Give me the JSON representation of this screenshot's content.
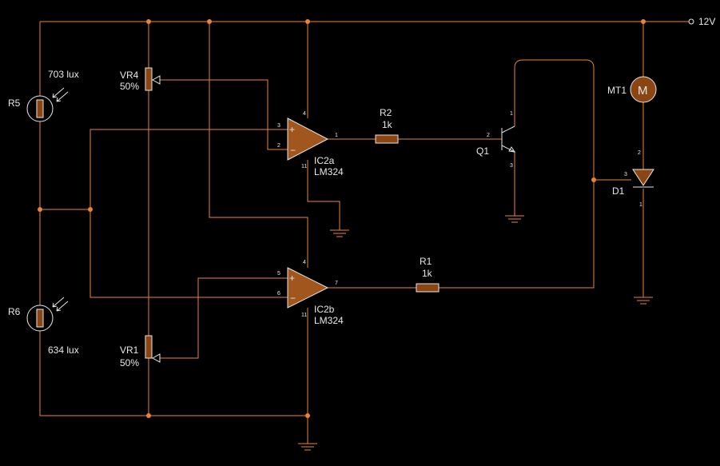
{
  "supply": {
    "label": "12V"
  },
  "components": {
    "r5": {
      "name": "R5",
      "value": "703 lux"
    },
    "r6": {
      "name": "R6",
      "value": "634 lux"
    },
    "vr4": {
      "name": "VR4",
      "value": "50%"
    },
    "vr1": {
      "name": "VR1",
      "value": "50%"
    },
    "ic2a": {
      "name": "IC2a",
      "part": "LM324",
      "pins": {
        "in_plus": "3",
        "in_minus": "2",
        "out": "1",
        "vcc": "4",
        "gnd": "11"
      }
    },
    "ic2b": {
      "name": "IC2b",
      "part": "LM324",
      "pins": {
        "in_plus": "5",
        "in_minus": "6",
        "out": "7",
        "vcc": "4",
        "gnd": "11"
      }
    },
    "r2": {
      "name": "R2",
      "value": "1k"
    },
    "r1": {
      "name": "R1",
      "value": "1k"
    },
    "q1": {
      "name": "Q1",
      "pins": {
        "collector": "1",
        "base": "2",
        "emitter": "3"
      }
    },
    "mt1": {
      "name": "MT1",
      "symbol": "M",
      "pins": {
        "bottom": "2"
      }
    },
    "d1": {
      "name": "D1",
      "pins": {
        "anode": "2",
        "gate": "3",
        "cathode": "1"
      }
    }
  },
  "colors": {
    "wire": "#e8843a",
    "component_fill": "#8b4513",
    "background": "#000000",
    "text": "#e8e8e8"
  }
}
